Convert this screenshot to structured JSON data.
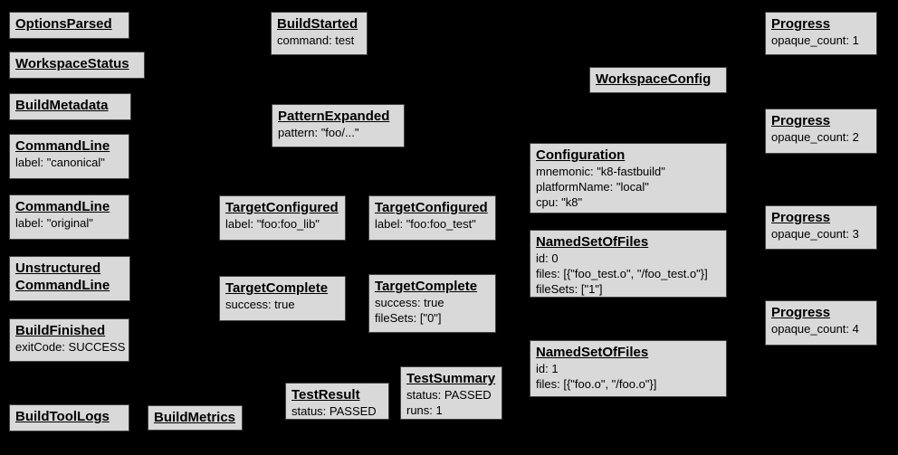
{
  "page": {
    "background_color": "#000000",
    "box_fill_color": "#d9d9d9",
    "box_border_color": "#424242",
    "text_color": "#000000"
  },
  "boxes": [
    {
      "title": "OptionsParsed",
      "lines": []
    },
    {
      "title": "WorkspaceStatus",
      "lines": []
    },
    {
      "title": "BuildMetadata",
      "lines": []
    },
    {
      "title": "CommandLine",
      "lines": [
        "label: \"canonical\""
      ]
    },
    {
      "title": "CommandLine",
      "lines": [
        "label: \"original\""
      ]
    },
    {
      "title": "Unstructured\nCommandLine",
      "lines": []
    },
    {
      "title": "BuildFinished",
      "lines": [
        "exitCode: SUCCESS"
      ]
    },
    {
      "title": "BuildToolLogs",
      "lines": []
    },
    {
      "title": "BuildMetrics",
      "lines": []
    },
    {
      "title": "BuildStarted",
      "lines": [
        "command: test"
      ]
    },
    {
      "title": "PatternExpanded",
      "lines": [
        "pattern: \"foo/...\""
      ]
    },
    {
      "title": "TargetConfigured",
      "lines": [
        "label: \"foo:foo_lib\""
      ]
    },
    {
      "title": "TargetConfigured",
      "lines": [
        "label: \"foo:foo_test\""
      ]
    },
    {
      "title": "TargetComplete",
      "lines": [
        "success: true"
      ]
    },
    {
      "title": "TargetComplete",
      "lines": [
        "success: true",
        "fileSets: [\"0\"]"
      ]
    },
    {
      "title": "TestResult",
      "lines": [
        "status: PASSED"
      ]
    },
    {
      "title": "TestSummary",
      "lines": [
        "status: PASSED",
        "runs: 1"
      ]
    },
    {
      "title": "WorkspaceConfig",
      "lines": []
    },
    {
      "title": "Configuration",
      "lines": [
        "mnemonic: \"k8-fastbuild\"",
        "platformName: \"local\"",
        "cpu: \"k8\""
      ]
    },
    {
      "title": "NamedSetOfFiles",
      "lines": [
        "id: 0",
        "files: [{\"foo_test.o\", \"/foo_test.o\"}]",
        "fileSets: [\"1\"]"
      ]
    },
    {
      "title": "NamedSetOfFiles",
      "lines": [
        "id: 1",
        "files: [{\"foo.o\", \"/foo.o\"}]"
      ]
    },
    {
      "title": "Progress",
      "lines": [
        "opaque_count: 1"
      ]
    },
    {
      "title": "Progress",
      "lines": [
        "opaque_count: 2"
      ]
    },
    {
      "title": "Progress",
      "lines": [
        "opaque_count: 3"
      ]
    },
    {
      "title": "Progress",
      "lines": [
        "opaque_count: 4"
      ]
    }
  ]
}
